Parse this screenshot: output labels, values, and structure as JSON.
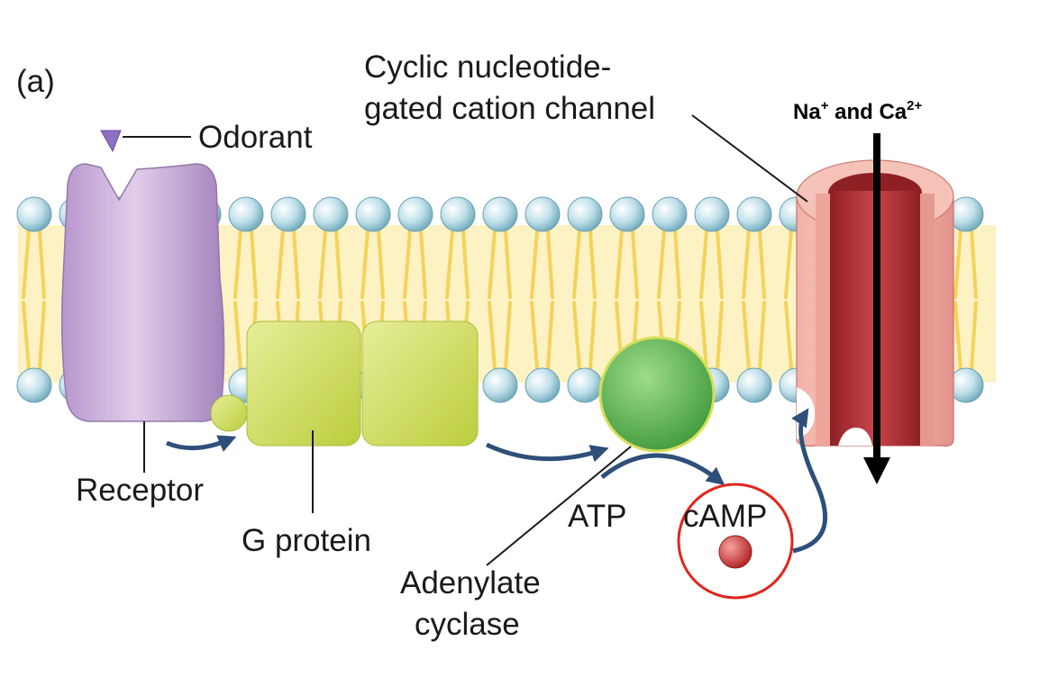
{
  "panel_label": "(a)",
  "labels": {
    "odorant": "Odorant",
    "channel_line1": "Cyclic nucleotide-",
    "channel_line2": "gated cation channel",
    "ions_na": "Na",
    "ions_plus": "+",
    "ions_and": " and Ca",
    "ions_2plus": "2+",
    "receptor": "Receptor",
    "g_protein": "G protein",
    "atp": "ATP",
    "camp": "cAMP",
    "adenylate_line1": "Adenylate",
    "adenylate_line2": "cyclase"
  },
  "colors": {
    "head": "#a9d4e0",
    "tail": "#f2d35a",
    "membrane_bg": "#fdf2c4",
    "receptor": "#c8a9d6",
    "g_protein": "#d2df6a",
    "adenylate": "#6fbf5f",
    "channel": "#d9706e",
    "channel_dark": "#b0363a",
    "arrow": "#2e4f7a",
    "camp": "#c93a3a",
    "highlight": "#e0261e"
  }
}
